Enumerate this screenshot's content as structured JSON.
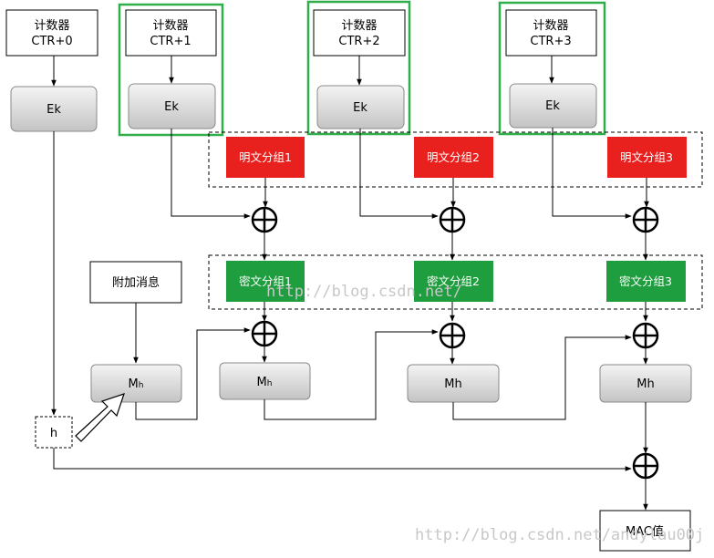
{
  "counters": [
    {
      "line1": "计数器",
      "line2": "CTR+0"
    },
    {
      "line1": "计数器",
      "line2": "CTR+1"
    },
    {
      "line1": "计数器",
      "line2": "CTR+2"
    },
    {
      "line1": "计数器",
      "line2": "CTR+3"
    }
  ],
  "encrypt_label": "Ek",
  "plaintext_blocks": [
    "明文分组1",
    "明文分组2",
    "明文分组3"
  ],
  "ciphertext_blocks": [
    "密文分组1",
    "密文分组2",
    "密文分组3"
  ],
  "aad_label": "附加消息",
  "mh_label_main": "M",
  "mh_label_sub": "h",
  "mh_label_full": "Mh",
  "h_label": "h",
  "mac_label": "MAC值",
  "watermarks": [
    "http://blog.csdn.net/",
    "http://blog.csdn.net/andylau00j"
  ],
  "colors": {
    "plaintext": "#e8211f",
    "ciphertext": "#1e9e3e",
    "highlight": "#2fae4a",
    "gray_top": "#f2f2f2",
    "gray_bottom": "#c8c8c8"
  }
}
